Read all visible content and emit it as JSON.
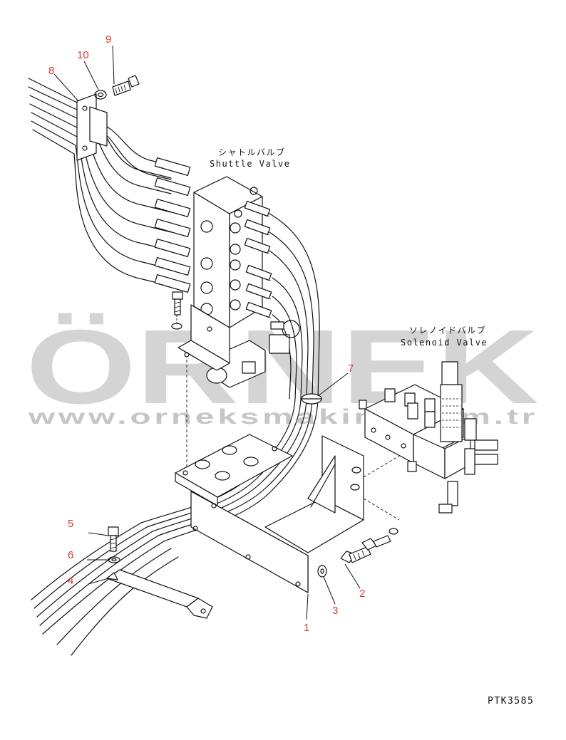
{
  "labels": {
    "shuttle_jp": "シャトルバルブ",
    "shuttle_en": "Shuttle Valve",
    "solenoid_jp": "ソレノイドバルブ",
    "solenoid_en": "Solenoid Valve"
  },
  "callouts": {
    "c1": "1",
    "c2": "2",
    "c3": "3",
    "c4": "4",
    "c5": "5",
    "c6": "6",
    "c7": "7",
    "c8": "8",
    "c9": "9",
    "c10": "10"
  },
  "drawing_code": "PTK3585",
  "watermark": {
    "brand": "ÖRNEK",
    "url": "www.orneksmakina.com.tr"
  },
  "colors": {
    "callout": "#d63a3a",
    "line": "#111111",
    "watermark": "#c9c9c9",
    "watermark_accent": "#f2c84b"
  }
}
